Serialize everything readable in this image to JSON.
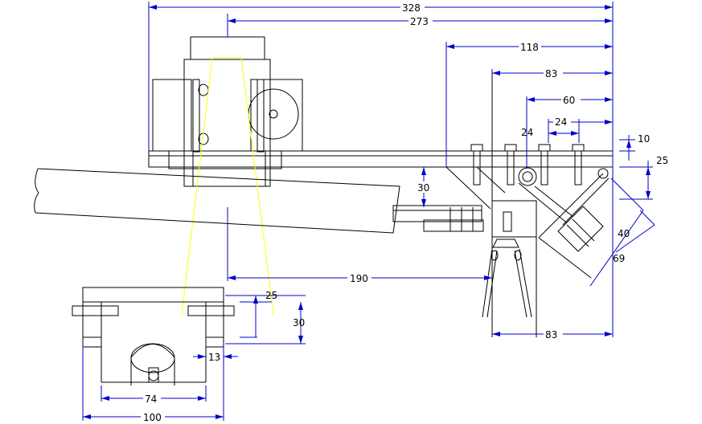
{
  "drawing": {
    "dimension_labels": {
      "d328": "328",
      "d273": "273",
      "d118": "118",
      "d83_top": "83",
      "d60": "60",
      "d24_a": "24",
      "d24_b": "24",
      "d10": "10",
      "d25_right": "25",
      "d30_mid": "30",
      "d40": "40",
      "d69": "69",
      "d190": "190",
      "d83_bottom": "83",
      "d25_detail": "25",
      "d30_detail": "30",
      "d13": "13",
      "d74": "74",
      "d100": "100"
    },
    "colors": {
      "geometry": "#000000",
      "dimensions": "#0000cc",
      "light_beam": "#ffff00",
      "background": "#ffffff"
    }
  }
}
